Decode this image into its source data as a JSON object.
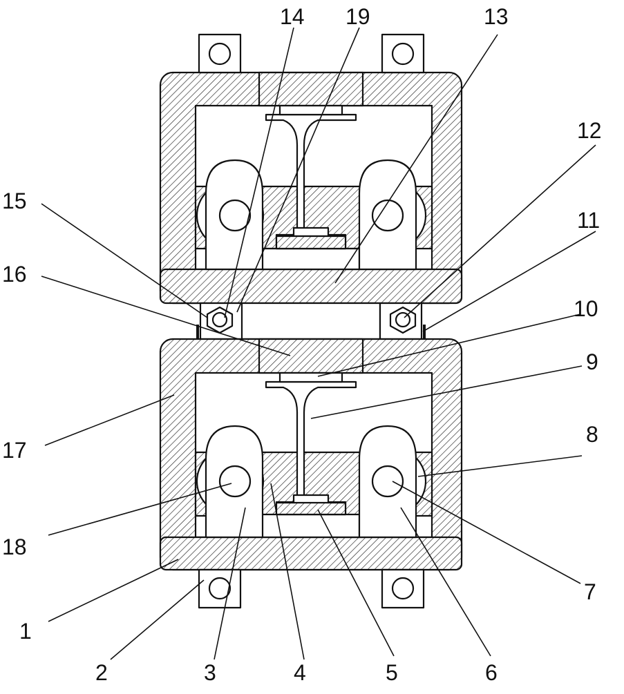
{
  "labels": [
    "1",
    "2",
    "3",
    "4",
    "5",
    "6",
    "7",
    "8",
    "9",
    "10",
    "11",
    "12",
    "13",
    "14",
    "15",
    "16",
    "17",
    "18",
    "19"
  ],
  "colors": {
    "line": "#111111",
    "fill": "#ffffff",
    "hatch": "#222222"
  }
}
